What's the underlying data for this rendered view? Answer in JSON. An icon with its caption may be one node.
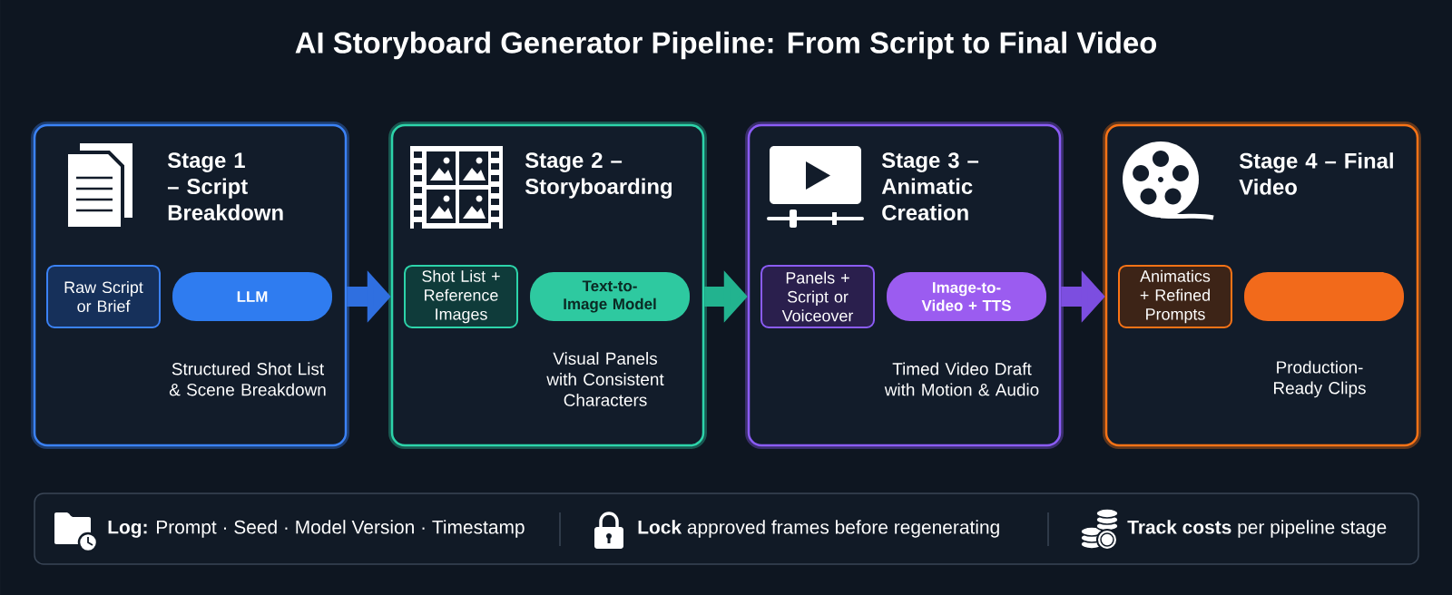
{
  "diagram": {
    "title": "AI Storyboard Generator Pipeline: From Script to Final Video",
    "nodes": [
      {
        "text": [
          "Stage 1 – Script Breakdown",
          "Structured Shot List & Scene Breakdown"
        ]
      },
      {
        "text": [
          "Raw Script or Brief"
        ],
        "in": 0
      },
      {
        "text": [
          "LLM"
        ],
        "in": 0
      },
      {
        "text": [
          "Stage 2 – Storyboarding",
          "Visual Panels with Consistent Characters"
        ]
      },
      {
        "text": [
          "Shot List + Reference Images"
        ],
        "in": 3
      },
      {
        "text": [
          "Text-to-Image Model"
        ],
        "in": 3
      },
      {
        "text": [
          "Stage 3 – Animatic Creation",
          "Timed Video Draft with Motion & Audio"
        ]
      },
      {
        "text": [
          "Panels + Script or Voiceover"
        ],
        "in": 6
      },
      {
        "text": [
          "Image-to-Video + TTS"
        ],
        "in": 6
      },
      {
        "text": [
          "Stage 4 – Final Video",
          "Production-Ready Clips"
        ]
      },
      {
        "text": [
          "Animatics + Refined Prompts"
        ],
        "in": 9
      },
      {
        "text": [],
        "shape": "box",
        "in": 9
      },
      {
        "text": [
          "**Log:** Prompt · Seed · Model Version · Timestamp",
          "**Lock** approved frames before regenerating",
          "**Track costs** per pipeline stage"
        ]
      }
    ],
    "edges": [
      {
        "from": 0,
        "to": 3,
        "arrow": "to",
        "color": "#2f6fe0"
      },
      {
        "from": 3,
        "to": 6,
        "arrow": "to",
        "color": "#22b38f"
      },
      {
        "from": 6,
        "to": 9,
        "arrow": "to",
        "color": "#7c4ee0"
      }
    ]
  }
}
